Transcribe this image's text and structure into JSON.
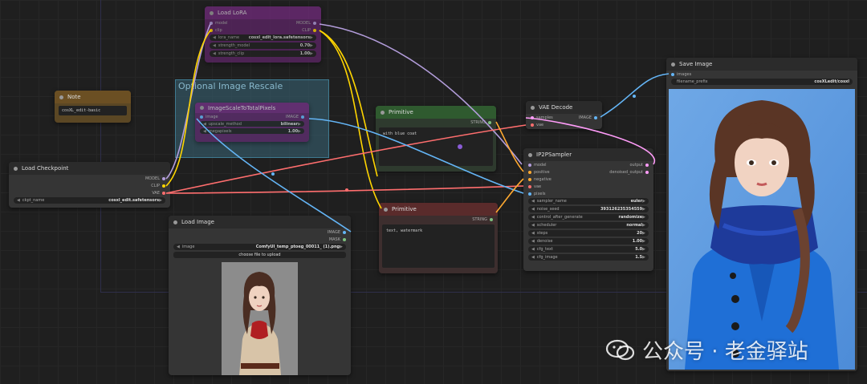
{
  "colors": {
    "model": "#b39ddb",
    "clip": "#ffd500",
    "vae": "#ff6e6e",
    "image": "#64b5f6",
    "latent": "#ff9cf9",
    "string": "#7ec17e",
    "conditioning": "#ffa931"
  },
  "load_lora": {
    "title": "Load LoRA",
    "inputs": [
      "model",
      "clip"
    ],
    "outputs": [
      "MODEL",
      "CLIP"
    ],
    "widgets": [
      {
        "name": "lora_name",
        "value": "cosxl_edit_lora.safetensors"
      },
      {
        "name": "strength_model",
        "value": "0.70"
      },
      {
        "name": "strength_clip",
        "value": "1.00"
      }
    ]
  },
  "note": {
    "title": "Note",
    "text": "cosXL_edit-basic"
  },
  "group": {
    "title": "Optional Image Rescale"
  },
  "image_scale": {
    "title": "ImageScaleToTotalPixels",
    "input": "image",
    "output": "IMAGE",
    "widgets": [
      {
        "name": "upscale_method",
        "value": "bilinear"
      },
      {
        "name": "megapixels",
        "value": "1.00"
      }
    ]
  },
  "load_checkpoint": {
    "title": "Load Checkpoint",
    "outputs": [
      "MODEL",
      "CLIP",
      "VAE"
    ],
    "widget": {
      "name": "ckpt_name",
      "value": "cosxl_edit.safetensors"
    }
  },
  "primitive_positive": {
    "title": "Primitive",
    "output": "STRING",
    "text": "with blue coat"
  },
  "primitive_negative": {
    "title": "Primitive",
    "output": "STRING",
    "text": "text, watermark"
  },
  "vae_decode": {
    "title": "VAE Decode",
    "inputs": [
      "samples",
      "vae"
    ],
    "output": "IMAGE"
  },
  "ip2p_sampler": {
    "title": "IP2PSampler",
    "inputs": [
      "model",
      "positive",
      "negative",
      "vae",
      "pixels"
    ],
    "outputs": [
      "output",
      "denoised_output"
    ],
    "widgets": [
      {
        "name": "sampler_name",
        "value": "euler"
      },
      {
        "name": "noise_seed",
        "value": "393126235354559"
      },
      {
        "name": "control_after_generate",
        "value": "randomize"
      },
      {
        "name": "scheduler",
        "value": "normal"
      },
      {
        "name": "steps",
        "value": "20"
      },
      {
        "name": "denoise",
        "value": "1.00"
      },
      {
        "name": "cfg_text",
        "value": "5.0"
      },
      {
        "name": "cfg_image",
        "value": "1.5"
      }
    ]
  },
  "load_image": {
    "title": "Load Image",
    "outputs": [
      "IMAGE",
      "MASK"
    ],
    "widget": {
      "name": "image",
      "value": "ComfyUI_temp_ptoeg_00011_ (1).png"
    },
    "upload_label": "choose file to upload"
  },
  "save_image": {
    "title": "Save Image",
    "input": "images",
    "widget": {
      "name": "filename_prefix",
      "value": "cosXLedit/cosxl"
    }
  },
  "watermark": {
    "text": "公众号 · 老金驿站"
  }
}
